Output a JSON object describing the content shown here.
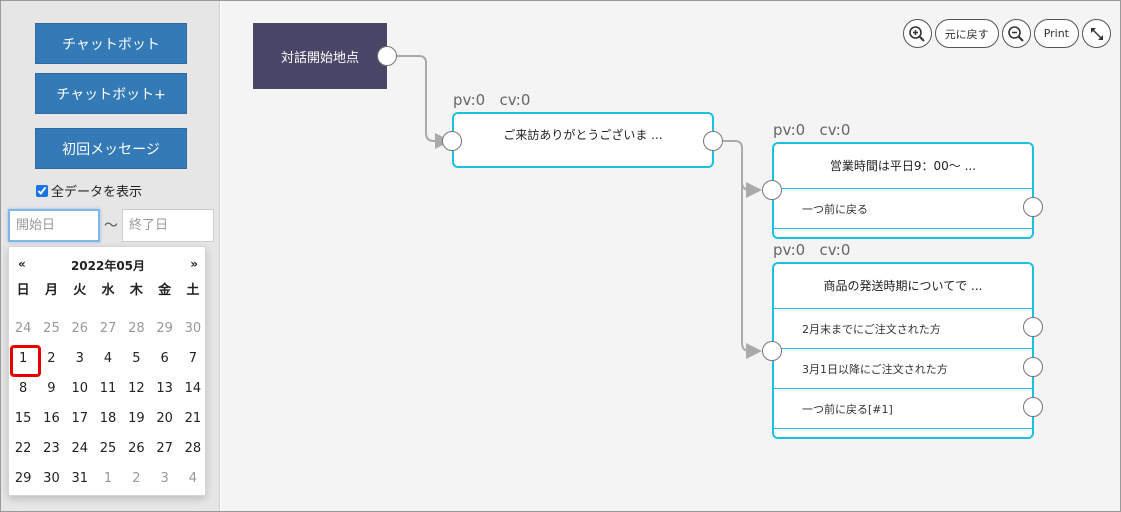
{
  "sidebar": {
    "buttons": {
      "chatbot": "チャットボット",
      "chatbot_plus": "チャットボット+",
      "first_message": "初回メッセージ"
    },
    "show_all_label": "全データを表示",
    "show_all_checked": true,
    "start_date_placeholder": "開始日",
    "end_date_placeholder": "終了日",
    "range_separator": "〜"
  },
  "calendar": {
    "prev": "«",
    "next": "»",
    "title": "2022年05月",
    "weekdays": [
      "日",
      "月",
      "火",
      "水",
      "木",
      "金",
      "土"
    ],
    "weeks": [
      [
        "24",
        "25",
        "26",
        "27",
        "28",
        "29",
        "30"
      ],
      [
        "1",
        "2",
        "3",
        "4",
        "5",
        "6",
        "7"
      ],
      [
        "8",
        "9",
        "10",
        "11",
        "12",
        "13",
        "14"
      ],
      [
        "15",
        "16",
        "17",
        "18",
        "19",
        "20",
        "21"
      ],
      [
        "22",
        "23",
        "24",
        "25",
        "26",
        "27",
        "28"
      ],
      [
        "29",
        "30",
        "31",
        "1",
        "2",
        "3",
        "4"
      ]
    ],
    "highlighted_day": "1"
  },
  "toolbar": {
    "reset_label": "元に戻す",
    "print_label": "Print"
  },
  "flow": {
    "start_label": "対話開始地点",
    "node1": {
      "pv": "pv:0",
      "cv": "cv:0",
      "title": "ご来訪ありがとうございま ..."
    },
    "node2": {
      "pv": "pv:0",
      "cv": "cv:0",
      "title": "営業時間は平日9：00〜 ...",
      "rows": [
        "一つ前に戻る"
      ]
    },
    "node3": {
      "pv": "pv:0",
      "cv": "cv:0",
      "title": "商品の発送時期についてで ...",
      "rows": [
        "2月末までにご注文された方",
        "3月1日以降にご注文された方",
        "一つ前に戻る[#1]"
      ]
    }
  },
  "colors": {
    "button": "#337ab7",
    "start_node": "#4a4668",
    "node_border": "#1cc0e0",
    "highlight": "#e60000"
  }
}
